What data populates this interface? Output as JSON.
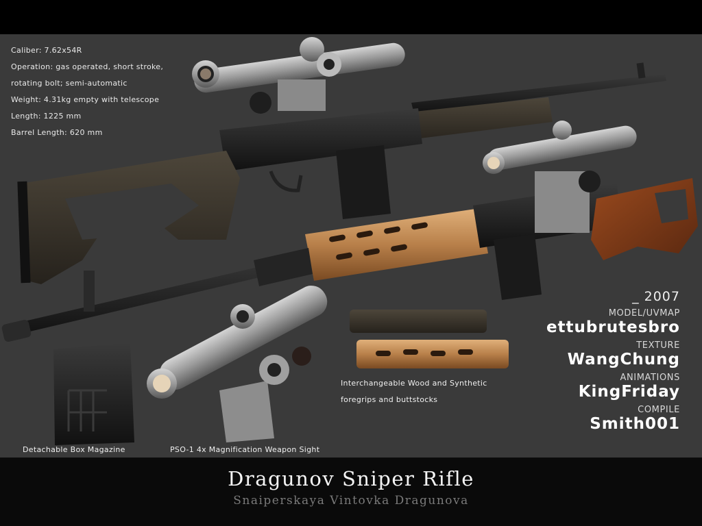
{
  "specs": [
    "Caliber: 7.62x54R",
    "Operation: gas operated, short stroke,",
    "rotating bolt; semi-automatic",
    "Weight: 4.31kg empty with telescope",
    "Length: 1225 mm",
    "Barrel Length: 620 mm"
  ],
  "captions": {
    "magazine": "Detachable Box Magazine",
    "scope": "PSO-1 4x Magnification Weapon Sight",
    "grips_line1": "Interchangeable Wood and Synthetic",
    "grips_line2": "foregrips and buttstocks"
  },
  "credits": {
    "year": "_ 2007",
    "model_role": "MODEL/UVMAP",
    "model_name": "ettubrutesbro",
    "texture_role": "TEXTURE",
    "texture_name": "WangChung",
    "animations_role": "ANIMATIONS",
    "animations_name": "KingFriday",
    "compile_role": "COMPILE",
    "compile_name": "Smith001"
  },
  "footer": {
    "title": "Dragunov Sniper Rifle",
    "subtitle": "Snaiperskaya Vintovka Dragunova"
  },
  "colors": {
    "panel": "#3a3a3a",
    "synthetic": "#3b352c",
    "wood": "#b07840",
    "metal": "#9a9a9a"
  }
}
